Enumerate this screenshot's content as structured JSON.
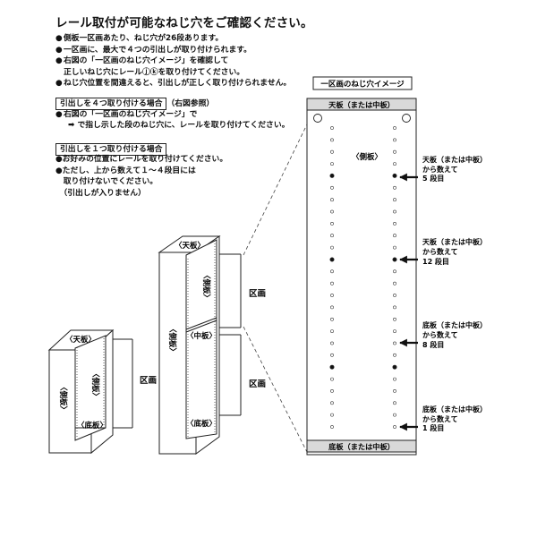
{
  "title": "レール取付が可能なねじ穴をご確認ください。",
  "bullets": [
    {
      "bullet": "●",
      "lines": [
        "側板一区画あたり、ねじ穴が26段あります。"
      ]
    },
    {
      "bullet": "●",
      "lines": [
        "一区画に、最大で４つの引出しが取り付けられます。"
      ]
    },
    {
      "bullet": "●",
      "lines": [
        "右図の「一区画のねじ穴イメージ」を確認して",
        "正しいねじ穴にレールⓙⓚを取り付けてください。"
      ]
    },
    {
      "bullet": "●",
      "lines": [
        "ねじ穴位置を間違えると、引出しが正しく取り付けられません。"
      ]
    }
  ],
  "section4": {
    "label": "引出しを４つ取り付ける場合",
    "note": "（右図参照）",
    "bullet": "●",
    "line1": "右図の「一区画のねじ穴イメージ」で",
    "arrow": "➡",
    "line2": "で指し示した段のねじ穴に、レールを取り付けてください。"
  },
  "section1": {
    "label": "引出しを１つ取り付ける場合",
    "bullet": "●",
    "lines": [
      "●お好みの位置にレールを取り付けてください。",
      "●ただし、上から数えて１～４段目には",
      "　取り付けないでください。",
      "　（引出しが入りません）"
    ]
  },
  "small_cabinet": {
    "top": "〈天板〉",
    "side_outer": "〈側板〉",
    "side_inner": "〈側板〉",
    "bottom": "〈底板〉",
    "section": "区画"
  },
  "tall_cabinet": {
    "top": "〈天板〉",
    "side_outer": "〈側板〉",
    "side_inner": "〈側板〉",
    "middle": "〈中板〉",
    "bottom": "〈底板〉",
    "section_upper": "区画",
    "section_lower": "区画"
  },
  "hole_image": {
    "heading": "一区画のねじ穴イメージ",
    "top_label": "天板（または中板）",
    "bottom_label": "底板（または中板）",
    "side_label": "〈側板〉",
    "hole_count": 26,
    "marked_levels_from_top": [
      5,
      12,
      21
    ],
    "marked_levels_from_bottom": [
      8,
      1
    ],
    "callouts": [
      {
        "lines": [
          "天板（または中板）",
          "から数えて",
          "5 段目"
        ]
      },
      {
        "lines": [
          "天板（または中板）",
          "から数えて",
          "12 段目"
        ]
      },
      {
        "lines": [
          "底板（または中板）",
          "から数えて",
          "8 段目"
        ]
      },
      {
        "lines": [
          "底板（または中板）",
          "から数えて",
          "1 段目"
        ]
      }
    ]
  }
}
